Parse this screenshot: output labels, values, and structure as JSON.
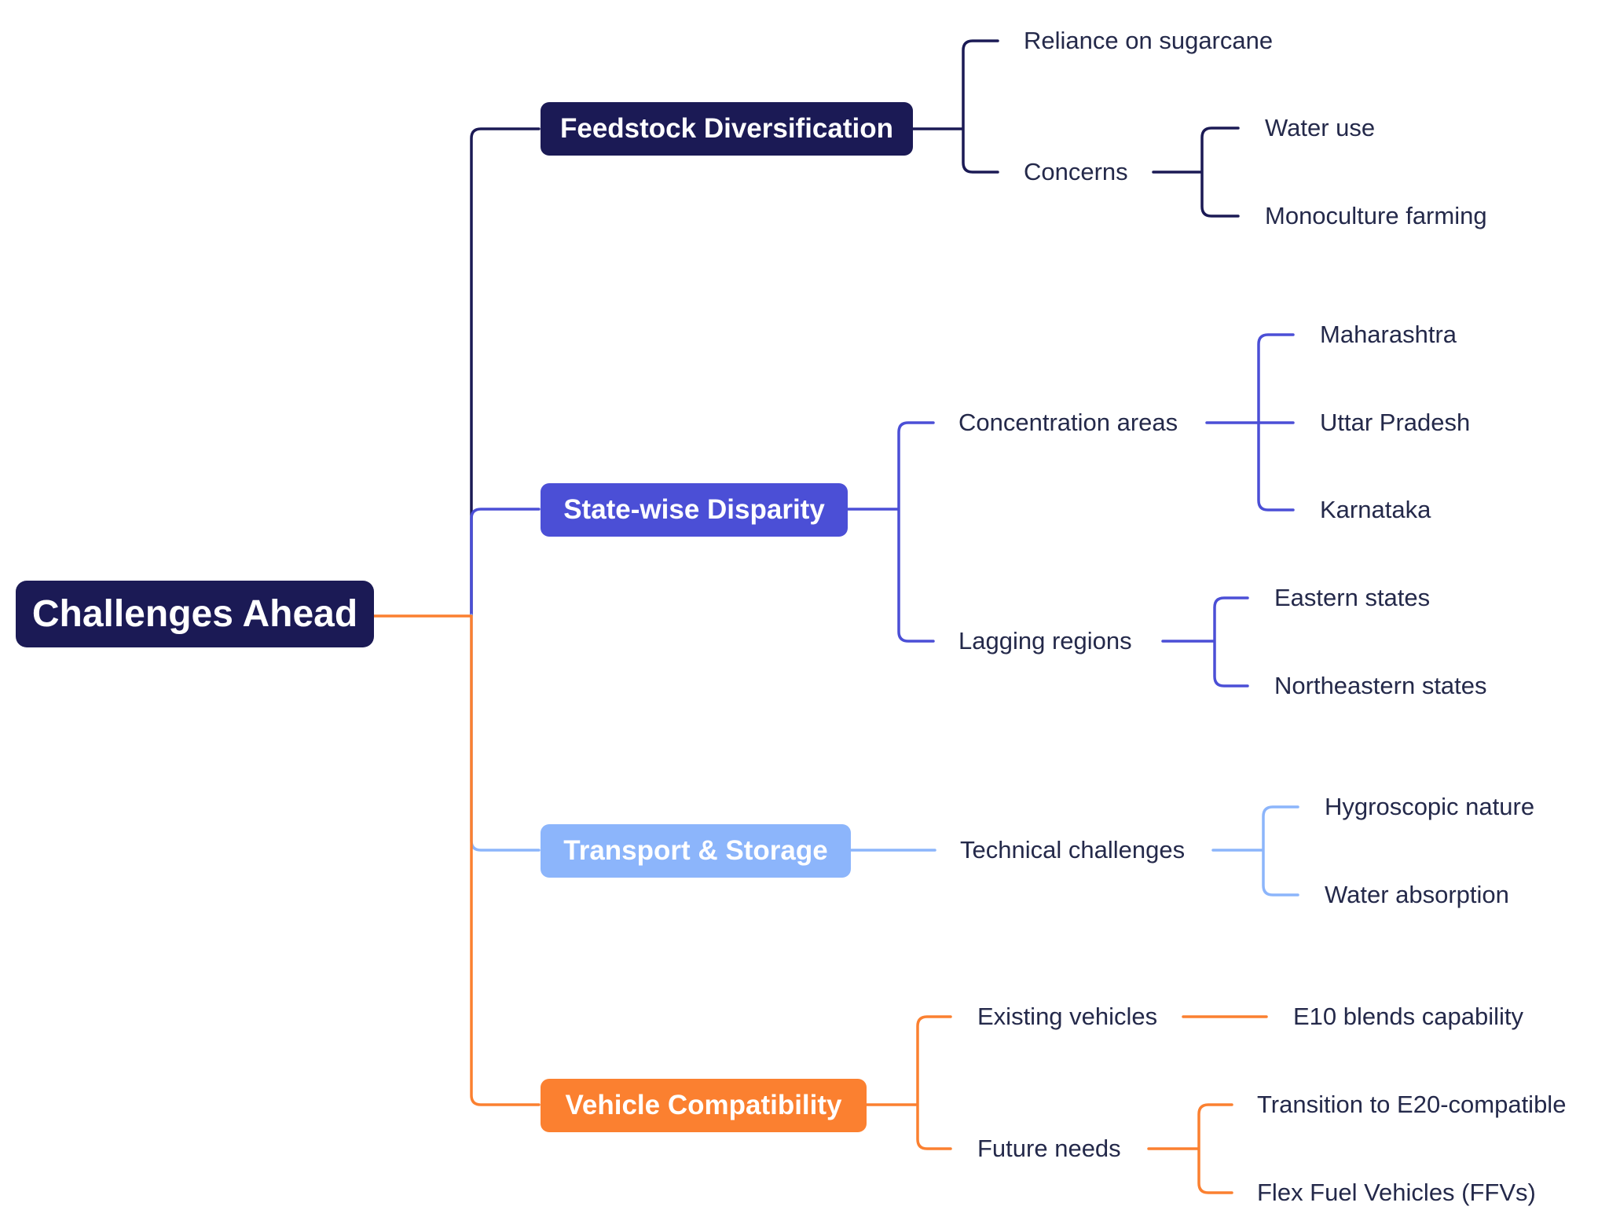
{
  "colors": {
    "navy": "#1b1a55",
    "indigo": "#4b4fd6",
    "light_blue": "#8cb5fb",
    "orange": "#fb8030",
    "text": "#24294a"
  },
  "root": {
    "label": "Challenges Ahead"
  },
  "branches": [
    {
      "label": "Feedstock Diversification",
      "children": [
        {
          "label": "Reliance on sugarcane"
        },
        {
          "label": "Concerns",
          "children": [
            "Water use",
            "Monoculture farming"
          ]
        }
      ]
    },
    {
      "label": "State-wise Disparity",
      "children": [
        {
          "label": "Concentration areas",
          "children": [
            "Maharashtra",
            "Uttar Pradesh",
            "Karnataka"
          ]
        },
        {
          "label": "Lagging regions",
          "children": [
            "Eastern states",
            "Northeastern states"
          ]
        }
      ]
    },
    {
      "label": "Transport & Storage",
      "children": [
        {
          "label": "Technical challenges",
          "children": [
            "Hygroscopic nature",
            "Water absorption"
          ]
        }
      ]
    },
    {
      "label": "Vehicle Compatibility",
      "children": [
        {
          "label": "Existing vehicles",
          "children": [
            "E10 blends capability"
          ]
        },
        {
          "label": "Future needs",
          "children": [
            "Transition to E20-compatible",
            "Flex Fuel Vehicles (FFVs)"
          ]
        }
      ]
    }
  ]
}
